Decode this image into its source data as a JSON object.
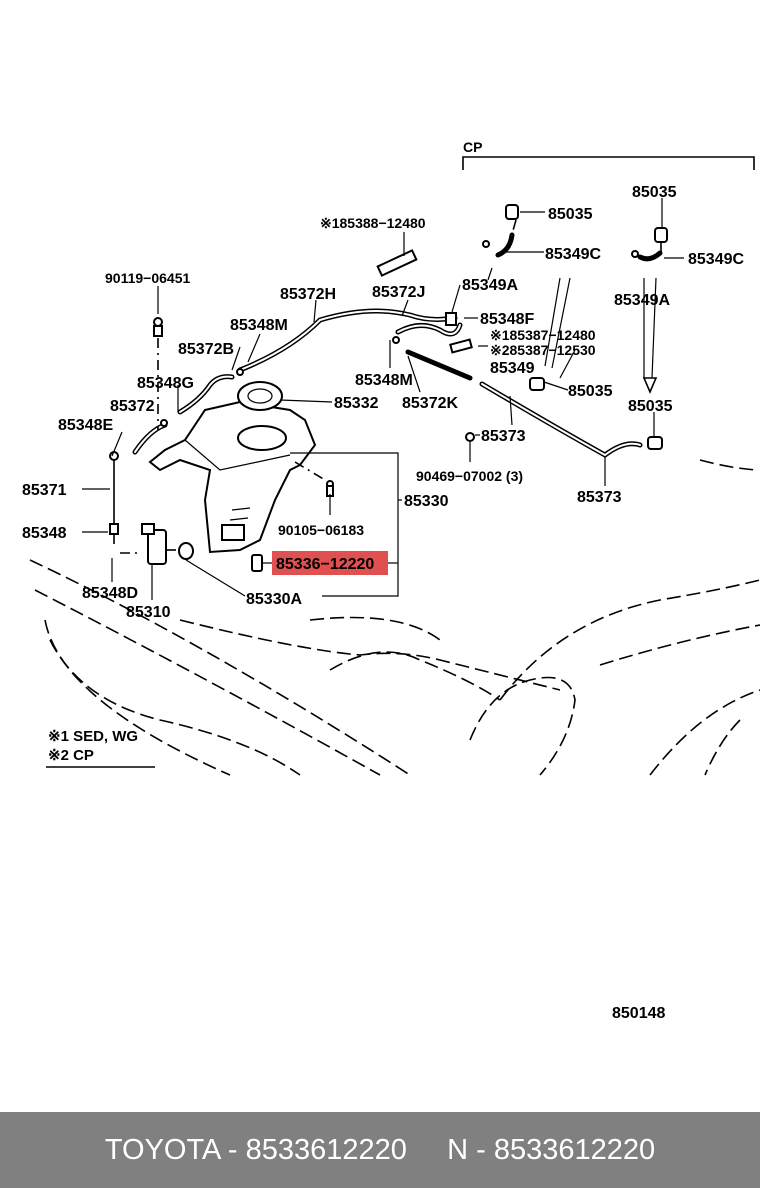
{
  "diagram": {
    "labels": {
      "cp": "CP",
      "p85035_a": "85035",
      "p85035_b": "85035",
      "p85035_c": "85035",
      "p85035_d": "85035",
      "p85388": "※185388−12480",
      "p85349c_a": "85349C",
      "p85349c_b": "85349C",
      "p90119": "90119−06451",
      "p85372h": "85372H",
      "p85372j": "85372J",
      "p85349a_a": "85349A",
      "p85349a_b": "85349A",
      "p85348m_a": "85348M",
      "p85348f": "85348F",
      "p85387_1": "※185387−12480",
      "p85372b": "85372B",
      "p85387_2": "※285387−12530",
      "p85348g": "85348G",
      "p85349": "85349",
      "p85348m_b": "85348M",
      "p85372": "85372",
      "p85332": "85332",
      "p85372k": "85372K",
      "p85348e": "85348E",
      "p85373_a": "85373",
      "p90469": "90469−07002 (3)",
      "p85371": "85371",
      "p85330": "85330",
      "p85373_b": "85373",
      "p90105": "90105−06183",
      "p85348": "85348",
      "p85336": "85336−12220",
      "p85348d": "85348D",
      "p85310": "85310",
      "p85330a": "85330A",
      "note1": "※1 SED, WG",
      "note2": "※2 CP",
      "diagram_no": "850148"
    },
    "highlight_color": "#e05050"
  },
  "footer": {
    "left": "TOYOTA - 8533612220",
    "right": "N - 8533612220"
  }
}
